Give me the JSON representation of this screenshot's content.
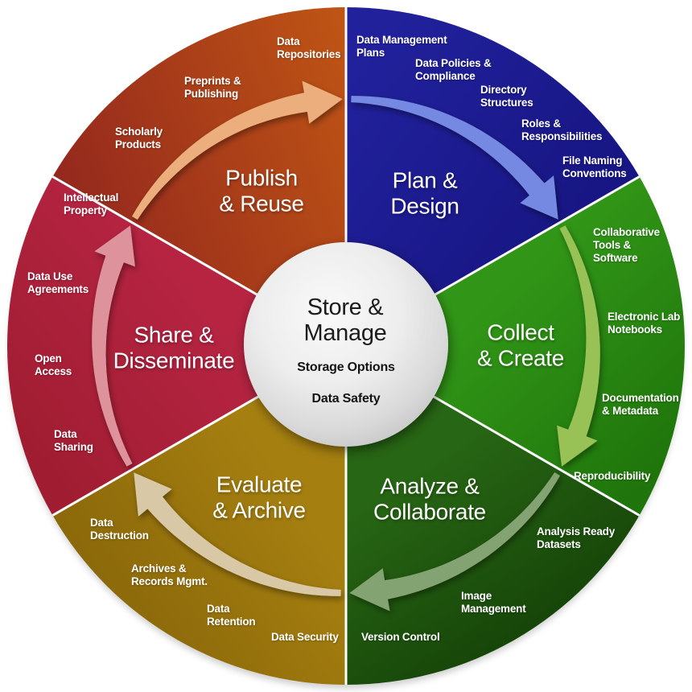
{
  "page": {
    "background": "#ffffff"
  },
  "diagram": {
    "center": {
      "title": "Store &\nManage",
      "items": [
        {
          "text": "Storage Options"
        },
        {
          "text": "Data Safety"
        }
      ],
      "text_color": "#1c1c1c",
      "gradient": {
        "inner": "#f9f9f9",
        "mid": "#ededed",
        "outer": "#d9d9d9",
        "edge": "#bdbdbd"
      }
    },
    "sectors": [
      {
        "id": "plan-design",
        "title": "Plan &\nDesign",
        "color_start": "#21219c",
        "color_end": "#15137d",
        "labels": [
          {
            "text": "Data Management\nPlans"
          },
          {
            "text": "Data Policies &\nCompliance"
          },
          {
            "text": "Directory\nStructures"
          },
          {
            "text": "Roles &\nResponsibilities"
          },
          {
            "text": "File Naming\nConventions"
          }
        ]
      },
      {
        "id": "collect-create",
        "title": "Collect\n& Create",
        "color_start": "#319617",
        "color_end": "#1f750b",
        "labels": [
          {
            "text": "Collaborative\nTools &\nSoftware"
          },
          {
            "text": "Electronic Lab\nNotebooks"
          },
          {
            "text": "Documentation\n& Metadata"
          },
          {
            "text": "Reproducibility"
          }
        ]
      },
      {
        "id": "analyze-collaborate",
        "title": "Analyze &\nCollaborate",
        "color_start": "#276614",
        "color_end": "#113a05",
        "labels": [
          {
            "text": "Analysis Ready\nDatasets"
          },
          {
            "text": "Image\nManagement"
          },
          {
            "text": "Version Control"
          }
        ]
      },
      {
        "id": "evaluate-archive",
        "title": "Evaluate\n& Archive",
        "color_start": "#a57f10",
        "color_end": "#846208",
        "labels": [
          {
            "text": "Data Security"
          },
          {
            "text": "Data\nRetention"
          },
          {
            "text": "Archives &\nRecords Mgmt."
          },
          {
            "text": "Data\nDestruction"
          }
        ]
      },
      {
        "id": "share-disseminate",
        "title": "Share &\nDisseminate",
        "color_start": "#b62442",
        "color_end": "#a01d31",
        "labels": [
          {
            "text": "Data\nSharing"
          },
          {
            "text": "Open\nAccess"
          },
          {
            "text": "Data Use\nAgreements"
          },
          {
            "text": "Intellectual\nProperty"
          }
        ]
      },
      {
        "id": "publish-reuse",
        "title": "Publish\n& Reuse",
        "color_start": "#c75d13",
        "color_end": "#93271e",
        "labels": [
          {
            "text": "Scholarly\nProducts"
          },
          {
            "text": "Preprints &\nPublishing"
          },
          {
            "text": "Data\nRepositories"
          }
        ]
      }
    ],
    "arrows": [
      {
        "name": "publish-to-plan-arrow",
        "color": "#ecae7c"
      },
      {
        "name": "plan-to-collect-arrow",
        "color": "#7589e2"
      },
      {
        "name": "collect-to-analyze-arrow",
        "color": "#99c257"
      },
      {
        "name": "analyze-to-evaluate-arrow",
        "color": "#84a372"
      },
      {
        "name": "evaluate-to-share-arrow",
        "color": "#d9c8a5"
      },
      {
        "name": "share-to-publish-arrow",
        "color": "#dd929c"
      }
    ],
    "divider_color": "#ffffff"
  }
}
